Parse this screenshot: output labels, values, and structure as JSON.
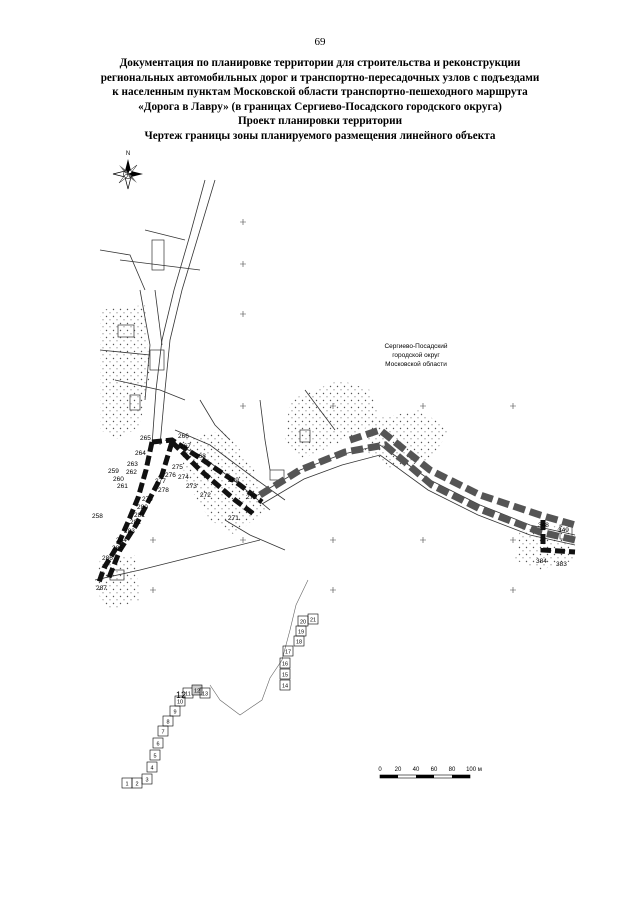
{
  "page_number": "69",
  "title": {
    "line1": "Документация по планировке территории для строительства и реконструкции",
    "line2": "региональных автомобильных дорог и транспортно-пересадочных узлов с подъездами",
    "line3": "к населенным пунктам Московской области транспортно-пешеходного маршрута",
    "line4": "«Дорога в Лавру» (в границах Сергиево-Посадского городского округа)",
    "line5": "Проект планировки территории",
    "line6": "Чертеж границы зоны планируемого размещения линейного объекта"
  },
  "map": {
    "compass_label": "N",
    "region_label": {
      "line1": "Сергиево-Посадский",
      "line2": "городской округ",
      "line3": "Московской области"
    },
    "point_labels": [
      {
        "id": "p258",
        "text": "258"
      },
      {
        "id": "p259",
        "text": "259"
      },
      {
        "id": "p260",
        "text": "260"
      },
      {
        "id": "p261",
        "text": "261"
      },
      {
        "id": "p262",
        "text": "262"
      },
      {
        "id": "p263",
        "text": "263"
      },
      {
        "id": "p264",
        "text": "264"
      },
      {
        "id": "p265",
        "text": "265"
      },
      {
        "id": "p266",
        "text": "266"
      },
      {
        "id": "p267",
        "text": "267"
      },
      {
        "id": "p268",
        "text": "268"
      },
      {
        "id": "p269",
        "text": "269"
      },
      {
        "id": "p270",
        "text": "270"
      },
      {
        "id": "p271",
        "text": "271"
      },
      {
        "id": "p272",
        "text": "272"
      },
      {
        "id": "p273",
        "text": "273"
      },
      {
        "id": "p274",
        "text": "274"
      },
      {
        "id": "p275",
        "text": "275"
      },
      {
        "id": "p276",
        "text": "276"
      },
      {
        "id": "p277",
        "text": "277"
      },
      {
        "id": "p278",
        "text": "278"
      },
      {
        "id": "p279",
        "text": "279"
      },
      {
        "id": "p280",
        "text": "280"
      },
      {
        "id": "p281",
        "text": "281"
      },
      {
        "id": "p282",
        "text": "282"
      },
      {
        "id": "p283",
        "text": "283"
      },
      {
        "id": "p284",
        "text": "284"
      },
      {
        "id": "p285",
        "text": "285"
      },
      {
        "id": "p286",
        "text": "286"
      },
      {
        "id": "p287",
        "text": "287"
      },
      {
        "id": "p348",
        "text": "348"
      },
      {
        "id": "p349",
        "text": "349"
      },
      {
        "id": "p383",
        "text": "383"
      },
      {
        "id": "p384",
        "text": "384"
      }
    ],
    "sheet_index_label": "12",
    "sheets": [
      "1",
      "2",
      "3",
      "4",
      "5",
      "6",
      "7",
      "8",
      "9",
      "10",
      "11",
      "12",
      "13",
      "14",
      "15",
      "16",
      "17",
      "18",
      "19",
      "20",
      "21"
    ],
    "scale_bar": {
      "ticks": [
        "0",
        "20",
        "40",
        "60",
        "80",
        "100 м"
      ]
    }
  }
}
